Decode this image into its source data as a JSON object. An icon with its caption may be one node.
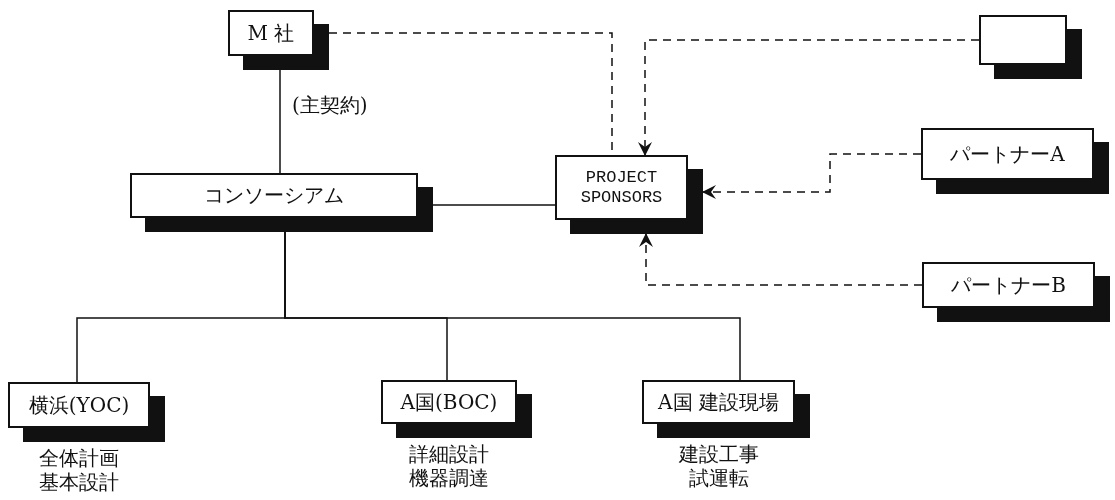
{
  "diagram": {
    "nodes": [
      {
        "text": [
          "M 社"
        ]
      },
      {
        "text": [],
        "shape": "box"
      },
      {
        "text": [
          "パートナーA"
        ]
      },
      {
        "text": [
          "コンソーシアム"
        ]
      },
      {
        "text": [
          "PROJECT SPONSORS"
        ]
      },
      {
        "text": [
          "パートナーB"
        ]
      },
      {
        "text": [
          "横浜(YOC)"
        ],
        "beside": [
          "全体計画",
          "基本設計"
        ]
      },
      {
        "text": [
          "A国(BOC)"
        ],
        "beside": [
          "詳細設計",
          "機器調達"
        ]
      },
      {
        "text": [
          "A国 建設現場"
        ],
        "beside": [
          "建設工事",
          "試運転"
        ]
      }
    ],
    "edges": [
      {
        "from": 0,
        "to": 4,
        "arrow": "none",
        "style": "dashed"
      },
      {
        "from": 1,
        "to": 4,
        "arrow": "to",
        "style": "dashed"
      },
      {
        "from": 2,
        "to": 4,
        "arrow": "to",
        "style": "dashed"
      },
      {
        "from": 5,
        "to": 4,
        "arrow": "to",
        "style": "dashed"
      },
      {
        "from": 0,
        "to": 3,
        "arrow": "none",
        "label": "(主契約)"
      },
      {
        "from": 3,
        "to": 4,
        "arrow": "none"
      },
      {
        "from": 3,
        "to": 6,
        "arrow": "none"
      },
      {
        "from": 3,
        "to": 7,
        "arrow": "none"
      },
      {
        "from": 3,
        "to": 8,
        "arrow": "none"
      }
    ]
  }
}
